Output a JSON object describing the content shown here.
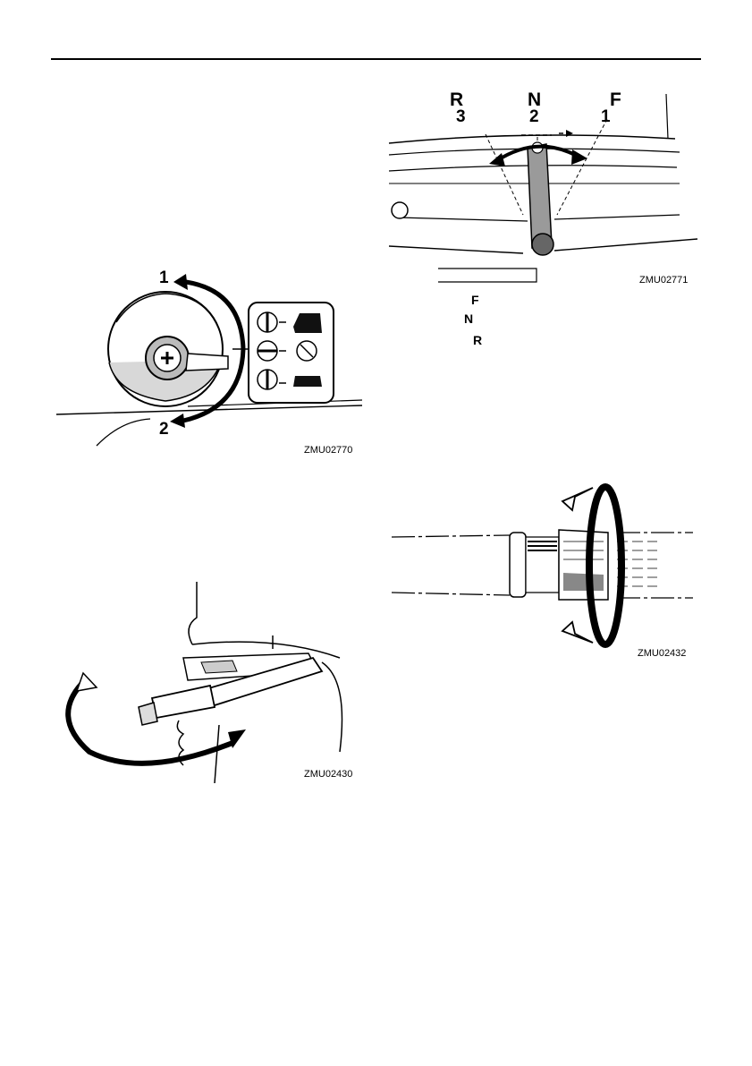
{
  "figures": {
    "fuel_cock": {
      "code": "ZMU02770",
      "callout_1": "1",
      "callout_2": "2"
    },
    "shift_lever": {
      "code": "ZMU02771",
      "letter_r": "R",
      "letter_n": "N",
      "letter_f": "F",
      "pos_3": "3",
      "pos_2": "2",
      "pos_1": "1"
    },
    "tiller_grip": {
      "code": "ZMU02430"
    },
    "throttle_grip": {
      "code": "ZMU02432"
    }
  },
  "legend": {
    "f": "F",
    "n": "N",
    "r": "R"
  }
}
